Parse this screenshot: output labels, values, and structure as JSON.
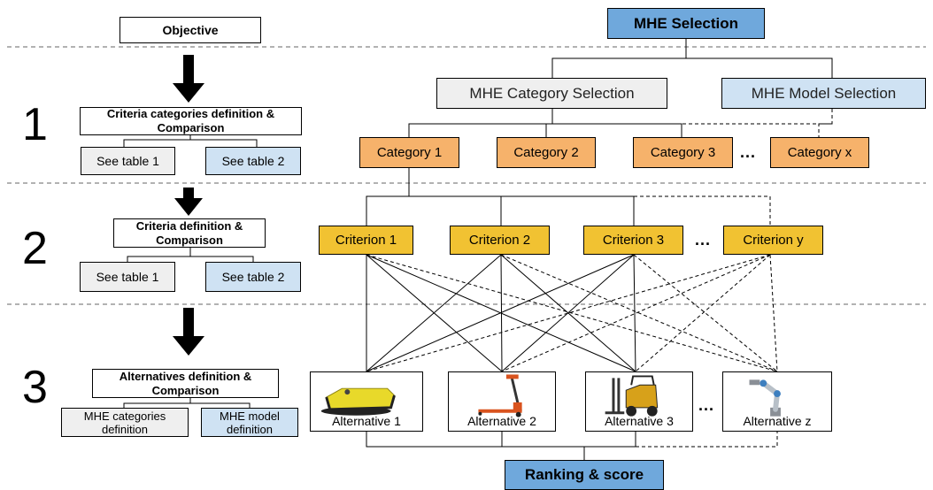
{
  "header": {
    "objective": "Objective",
    "mhe_selection": "MHE Selection"
  },
  "steps": [
    {
      "number": "1",
      "definition": "Criteria categories definition & Comparison",
      "left": "See table 1",
      "right": "See table 2"
    },
    {
      "number": "2",
      "definition": "Criteria definition & Comparison",
      "left": "See table 1",
      "right": "See table 2"
    },
    {
      "number": "3",
      "definition": "Alternatives  definition & Comparison",
      "left": "MHE categories definition",
      "right": "MHE model definition"
    }
  ],
  "selection": {
    "category": "MHE Category Selection",
    "model": "MHE Model Selection"
  },
  "categories": [
    "Category 1",
    "Category 2",
    "Category 3",
    "Category x"
  ],
  "criteria": [
    "Criterion 1",
    "Criterion 2",
    "Criterion 3",
    "Criterion y"
  ],
  "alternatives": [
    {
      "label": "Alternative 1",
      "icon": "agv-robot-icon"
    },
    {
      "label": "Alternative 2",
      "icon": "pallet-jack-icon"
    },
    {
      "label": "Alternative 3",
      "icon": "forklift-icon"
    },
    {
      "label": "Alternative z",
      "icon": "robot-arm-icon"
    }
  ],
  "ellipsis": "...",
  "result": "Ranking & score",
  "colors": {
    "mhe_selection": "#6fa8dc",
    "model_selection": "#cfe2f3",
    "category_selection": "#efefef",
    "category": "#f6b26b",
    "criterion": "#f1c232"
  }
}
